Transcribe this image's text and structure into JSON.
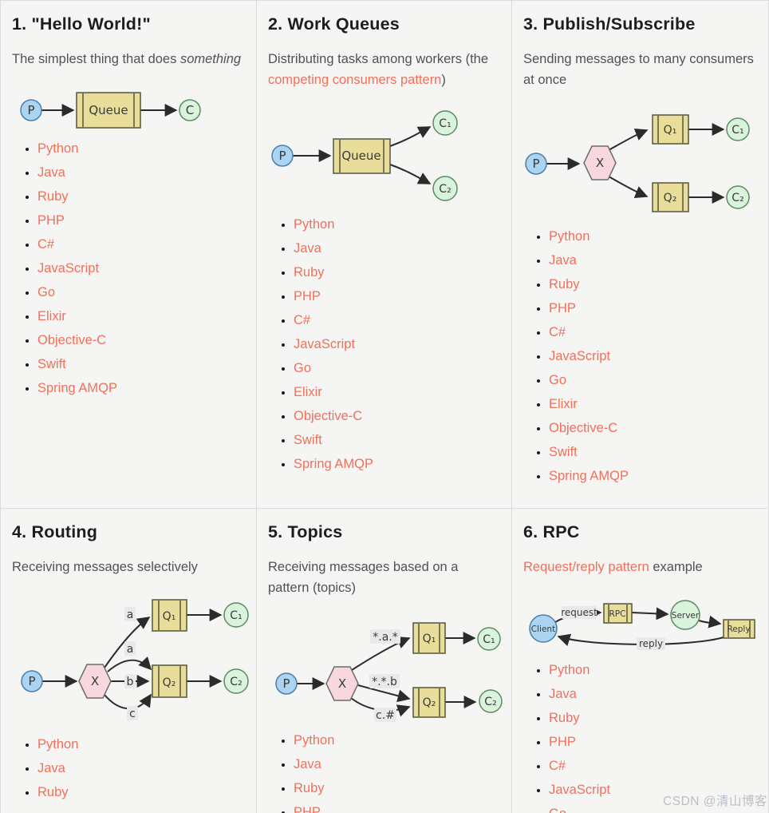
{
  "watermark": "CSDN @清山博客",
  "colors": {
    "producer": "#aad4f2",
    "producer_stroke": "#4e7ea6",
    "queue": "#e9de99",
    "queue_stroke": "#55553d",
    "consumer": "#d9f3dc",
    "consumer_stroke": "#5c8a63",
    "exchange": "#f8d8de",
    "exchange_stroke": "#6d6d6d",
    "link": "#f0705a",
    "heading": "#1d1d1d",
    "body_text": "#4e5257",
    "card_bg": "#f5f5f4",
    "border": "#dcdcdc",
    "watermark": "#b9bfc7"
  },
  "labels": {
    "producer": "P",
    "consumer": "C",
    "queue": "Queue",
    "exchange": "X",
    "q1": "Q₁",
    "q2": "Q₂",
    "c1": "C₁",
    "c2": "C₂"
  },
  "routing_keys": {
    "a1": "a",
    "a2": "a",
    "b": "b",
    "c": "c"
  },
  "topic_keys": {
    "k1": "*.a.*",
    "k2": "*.*.b",
    "k3": "c.#"
  },
  "rpc": {
    "client": "Client",
    "rpc": "RPC",
    "server": "Server",
    "reply": "Reply",
    "request_label": "request",
    "reply_label": "reply"
  },
  "cards": [
    {
      "title": "1. \"Hello World!\"",
      "desc": [
        {
          "text": "The simplest thing that does "
        },
        {
          "text": "something",
          "style": "italic"
        }
      ],
      "languages": [
        "Python",
        "Java",
        "Ruby",
        "PHP",
        "C#",
        "JavaScript",
        "Go",
        "Elixir",
        "Objective-C",
        "Swift",
        "Spring AMQP"
      ]
    },
    {
      "title": "2. Work Queues",
      "desc": [
        {
          "text": "Distributing tasks among workers (the "
        },
        {
          "text": "competing consumers pattern",
          "style": "link"
        },
        {
          "text": ")"
        }
      ],
      "languages": [
        "Python",
        "Java",
        "Ruby",
        "PHP",
        "C#",
        "JavaScript",
        "Go",
        "Elixir",
        "Objective-C",
        "Swift",
        "Spring AMQP"
      ]
    },
    {
      "title": "3. Publish/Subscribe",
      "desc": [
        {
          "text": "Sending messages to many consumers at once"
        }
      ],
      "languages": [
        "Python",
        "Java",
        "Ruby",
        "PHP",
        "C#",
        "JavaScript",
        "Go",
        "Elixir",
        "Objective-C",
        "Swift",
        "Spring AMQP"
      ]
    },
    {
      "title": "4. Routing",
      "desc": [
        {
          "text": "Receiving messages selectively"
        }
      ],
      "languages": [
        "Python",
        "Java",
        "Ruby"
      ]
    },
    {
      "title": "5. Topics",
      "desc": [
        {
          "text": "Receiving messages based on a pattern (topics)"
        }
      ],
      "languages": [
        "Python",
        "Java",
        "Ruby",
        "PHP"
      ]
    },
    {
      "title": "6. RPC",
      "desc": [
        {
          "text": "Request/reply pattern",
          "style": "link"
        },
        {
          "text": " example"
        }
      ],
      "languages": [
        "Python",
        "Java",
        "Ruby",
        "PHP",
        "C#",
        "JavaScript",
        "Go"
      ]
    }
  ]
}
